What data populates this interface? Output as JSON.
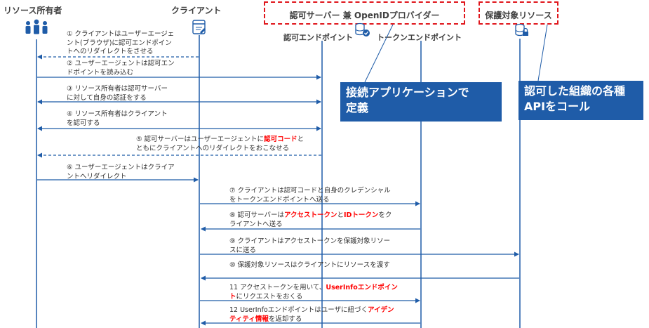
{
  "actors": {
    "resource_owner": "リソース所有者",
    "client": "クライアント",
    "auth_server_prefix": "認可サーバー 兼 ",
    "auth_server_highlight": "OpenIDプロバイダー",
    "auth_endpoint": "認可エンドポイント",
    "token_endpoint": "トークンエンドポイント",
    "protected_resource": "保護対象リソース"
  },
  "callouts": {
    "connected_app": [
      "接続アプリケーションで",
      "定義"
    ],
    "api_call": [
      "認可した組織の各種",
      "APIをコール"
    ]
  },
  "steps": {
    "s1": [
      "① クライアントはユーザーエージェ",
      "ント(ブラウザ)に認可エンドポイン",
      "トへのリダイレクトをさせる"
    ],
    "s2": [
      "② ユーザーエージェントは認可エン",
      "ドポイントを読み込む"
    ],
    "s3": [
      "③ リソース所有者は認可サーバー",
      "に対して自身の認証をする"
    ],
    "s4": [
      "④ リソース所有者はクライアント",
      "を認可する"
    ],
    "s5": {
      "a": "⑤ 認可サーバーはユーザーエージェントに",
      "b": "認可コード",
      "c": "と",
      "d": "ともにクライアントへのリダイレクトをおこなせる"
    },
    "s6": [
      "⑥ ユーザーエージェントはクライア",
      "ントへリダイレクト"
    ],
    "s7": [
      "⑦ クライアントは認可コードと自身のクレデンシャル",
      "をトークンエンドポイントへ送る"
    ],
    "s8": {
      "a": "⑧ 認可サーバーは",
      "b": "アクセストークン",
      "c": "と",
      "d": "IDトークン",
      "e": "をク",
      "f": "ライアントへ送る"
    },
    "s9": [
      "⑨ クライアントはアクセストークンを保護対象リソー",
      "スに送る"
    ],
    "s10": "⑩ 保護対象リソースはクライアントにリソースを渡す",
    "s11": {
      "a": "11 アクセストークンを用いて、",
      "b": "UserInfoエンドポイン",
      "c": "ト",
      "d": "にリクエストをおくる"
    },
    "s12": {
      "a": "12 UserInfoエンドポイントはユーザに紐づく",
      "b": "アイデン",
      "c": "ティティ情報",
      "d": "を返却する"
    }
  },
  "icons": [
    "users-icon",
    "client-app-icon",
    "auth-db-icon",
    "resource-db-lock-icon"
  ],
  "colors": {
    "lane": "#1f5ca8",
    "highlight": "#ff0000",
    "dash": "#e0161c",
    "callout_bg": "#1f5ca8"
  }
}
